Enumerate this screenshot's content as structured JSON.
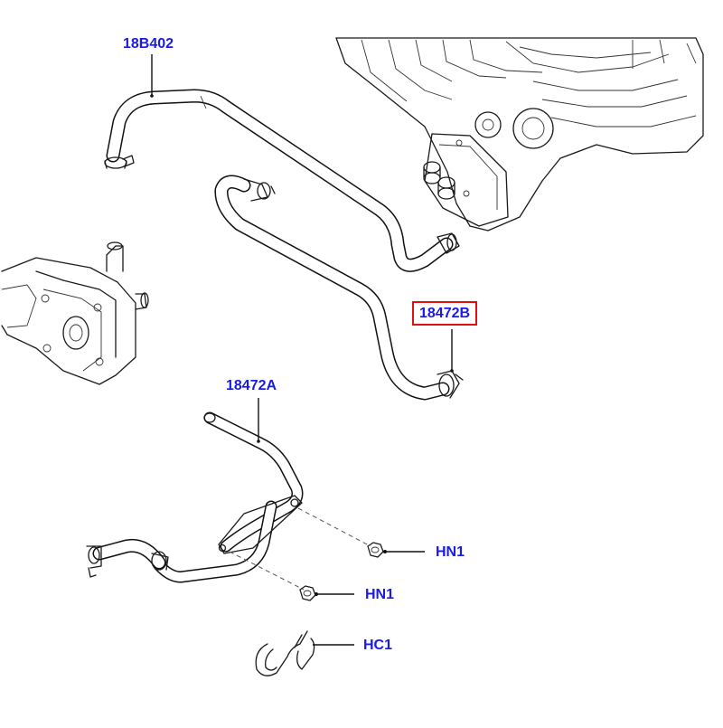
{
  "diagram": {
    "callouts": {
      "hose_upper": "18B402",
      "hose_highlighted": "18472B",
      "tube_assembly": "18472A",
      "nut_upper": "HN1",
      "nut_lower": "HN1",
      "clip": "HC1"
    },
    "highlight_color": "#e01010",
    "label_color": "#1a1ae6"
  }
}
